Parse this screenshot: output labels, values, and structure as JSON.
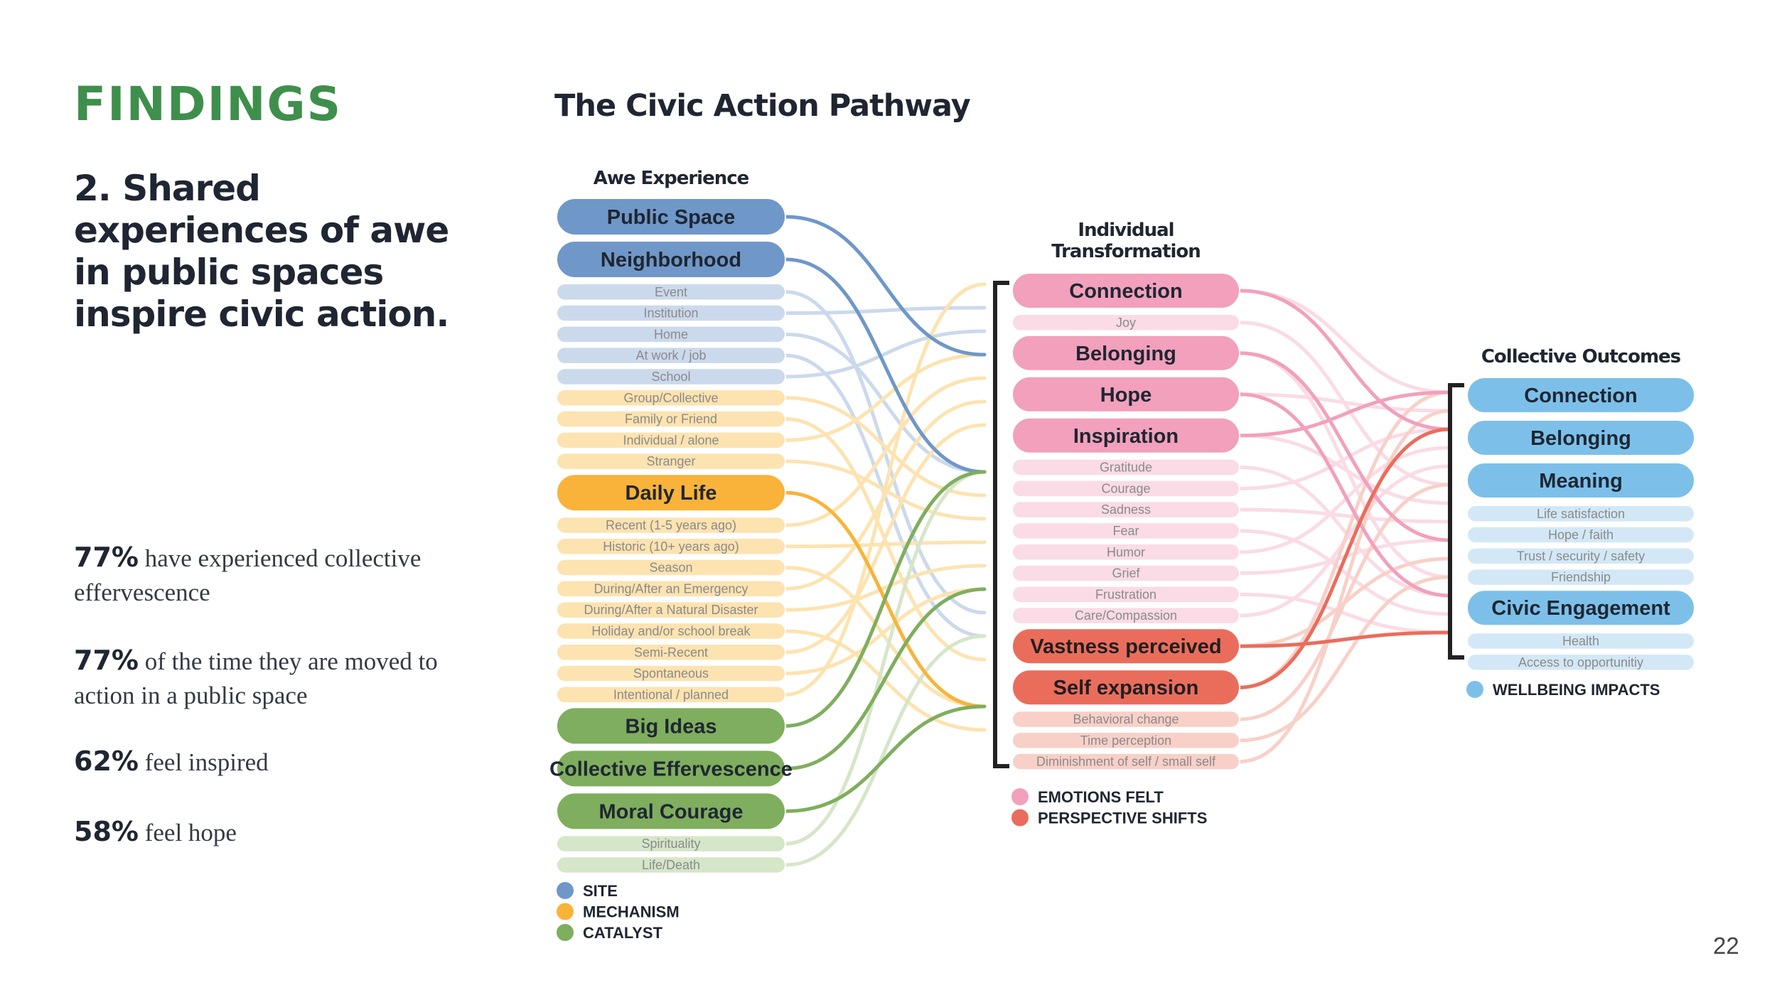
{
  "section_label": "FINDINGS",
  "heading": "2. Shared experiences of awe in public spaces inspire civic action.",
  "stats": [
    {
      "pct": "77%",
      "text": "have experienced collective effervescence"
    },
    {
      "pct": "77%",
      "text": "of the time they are moved to action in a public space"
    },
    {
      "pct": "62%",
      "text": "feel inspired"
    },
    {
      "pct": "58%",
      "text": "feel hope"
    }
  ],
  "diagram_title": "The Civic Action Pathway",
  "page_number": "22",
  "colors": {
    "site": "#6f97c8",
    "site_light": "#cbd9ec",
    "mechanism": "#f9b33a",
    "mechanism_light": "#fde3b0",
    "catalyst": "#7fae5e",
    "catalyst_light": "#d6e6c9",
    "emotion": "#f2a0bc",
    "emotion_light": "#fadbe6",
    "perspective": "#ea6d5c",
    "perspective_light": "#f8d0c8",
    "wellbeing": "#7cc0ea",
    "wellbeing_light": "#d3e8f6"
  },
  "columns": {
    "awe": {
      "title": "Awe Experience",
      "items": [
        {
          "label": "Public Space",
          "kind": "major",
          "cat": "site"
        },
        {
          "label": "Neighborhood",
          "kind": "major",
          "cat": "site"
        },
        {
          "label": "Event",
          "kind": "minor",
          "cat": "site"
        },
        {
          "label": "Institution",
          "kind": "minor",
          "cat": "site"
        },
        {
          "label": "Home",
          "kind": "minor",
          "cat": "site"
        },
        {
          "label": "At work / job",
          "kind": "minor",
          "cat": "site"
        },
        {
          "label": "School",
          "kind": "minor",
          "cat": "site"
        },
        {
          "label": "Group/Collective",
          "kind": "minor",
          "cat": "mechanism"
        },
        {
          "label": "Family or Friend",
          "kind": "minor",
          "cat": "mechanism"
        },
        {
          "label": "Individual / alone",
          "kind": "minor",
          "cat": "mechanism"
        },
        {
          "label": "Stranger",
          "kind": "minor",
          "cat": "mechanism"
        },
        {
          "label": "Daily Life",
          "kind": "major",
          "cat": "mechanism"
        },
        {
          "label": "Recent (1-5 years ago)",
          "kind": "minor",
          "cat": "mechanism"
        },
        {
          "label": "Historic (10+ years ago)",
          "kind": "minor",
          "cat": "mechanism"
        },
        {
          "label": "Season",
          "kind": "minor",
          "cat": "mechanism"
        },
        {
          "label": "During/After an Emergency",
          "kind": "minor",
          "cat": "mechanism"
        },
        {
          "label": "During/After a Natural Disaster",
          "kind": "minor",
          "cat": "mechanism"
        },
        {
          "label": "Holiday and/or school break",
          "kind": "minor",
          "cat": "mechanism"
        },
        {
          "label": "Semi-Recent",
          "kind": "minor",
          "cat": "mechanism"
        },
        {
          "label": "Spontaneous",
          "kind": "minor",
          "cat": "mechanism"
        },
        {
          "label": "Intentional / planned",
          "kind": "minor",
          "cat": "mechanism"
        },
        {
          "label": "Big Ideas",
          "kind": "major",
          "cat": "catalyst"
        },
        {
          "label": "Collective Effervescence",
          "kind": "major",
          "cat": "catalyst"
        },
        {
          "label": "Moral Courage",
          "kind": "major",
          "cat": "catalyst"
        },
        {
          "label": "Spirituality",
          "kind": "minor",
          "cat": "catalyst"
        },
        {
          "label": "Life/Death",
          "kind": "minor",
          "cat": "catalyst"
        }
      ],
      "legend": [
        {
          "label": "SITE",
          "cat": "site"
        },
        {
          "label": "MECHANISM",
          "cat": "mechanism"
        },
        {
          "label": "CATALYST",
          "cat": "catalyst"
        }
      ]
    },
    "individual": {
      "title_line1": "Individual",
      "title_line2": "Transformation",
      "items": [
        {
          "label": "Connection",
          "kind": "major",
          "cat": "emotion"
        },
        {
          "label": "Joy",
          "kind": "minor",
          "cat": "emotion"
        },
        {
          "label": "Belonging",
          "kind": "major",
          "cat": "emotion"
        },
        {
          "label": "Hope",
          "kind": "major",
          "cat": "emotion"
        },
        {
          "label": "Inspiration",
          "kind": "major",
          "cat": "emotion"
        },
        {
          "label": "Gratitude",
          "kind": "minor",
          "cat": "emotion"
        },
        {
          "label": "Courage",
          "kind": "minor",
          "cat": "emotion"
        },
        {
          "label": "Sadness",
          "kind": "minor",
          "cat": "emotion"
        },
        {
          "label": "Fear",
          "kind": "minor",
          "cat": "emotion"
        },
        {
          "label": "Humor",
          "kind": "minor",
          "cat": "emotion"
        },
        {
          "label": "Grief",
          "kind": "minor",
          "cat": "emotion"
        },
        {
          "label": "Frustration",
          "kind": "minor",
          "cat": "emotion"
        },
        {
          "label": "Care/Compassion",
          "kind": "minor",
          "cat": "emotion"
        },
        {
          "label": "Vastness perceived",
          "kind": "major",
          "cat": "perspective"
        },
        {
          "label": "Self expansion",
          "kind": "major",
          "cat": "perspective"
        },
        {
          "label": "Behavioral change",
          "kind": "minor",
          "cat": "perspective"
        },
        {
          "label": "Time perception",
          "kind": "minor",
          "cat": "perspective"
        },
        {
          "label": "Diminishment of self / small self",
          "kind": "minor",
          "cat": "perspective"
        }
      ],
      "legend": [
        {
          "label": "EMOTIONS FELT",
          "cat": "emotion"
        },
        {
          "label": "PERSPECTIVE SHIFTS",
          "cat": "perspective"
        }
      ]
    },
    "collective": {
      "title": "Collective Outcomes",
      "items": [
        {
          "label": "Connection",
          "kind": "major",
          "cat": "wellbeing"
        },
        {
          "label": "Belonging",
          "kind": "major",
          "cat": "wellbeing"
        },
        {
          "label": "Meaning",
          "kind": "major",
          "cat": "wellbeing"
        },
        {
          "label": "Life satisfaction",
          "kind": "minor",
          "cat": "wellbeing"
        },
        {
          "label": "Hope / faith",
          "kind": "minor",
          "cat": "wellbeing"
        },
        {
          "label": "Trust / security / safety",
          "kind": "minor",
          "cat": "wellbeing"
        },
        {
          "label": "Friendship",
          "kind": "minor",
          "cat": "wellbeing"
        },
        {
          "label": "Civic Engagement",
          "kind": "major",
          "cat": "wellbeing"
        },
        {
          "label": "Health",
          "kind": "minor",
          "cat": "wellbeing"
        },
        {
          "label": "Access to opportunitiy",
          "kind": "minor",
          "cat": "wellbeing"
        }
      ],
      "legend": [
        {
          "label": "WELLBEING IMPACTS",
          "cat": "wellbeing"
        }
      ]
    }
  }
}
